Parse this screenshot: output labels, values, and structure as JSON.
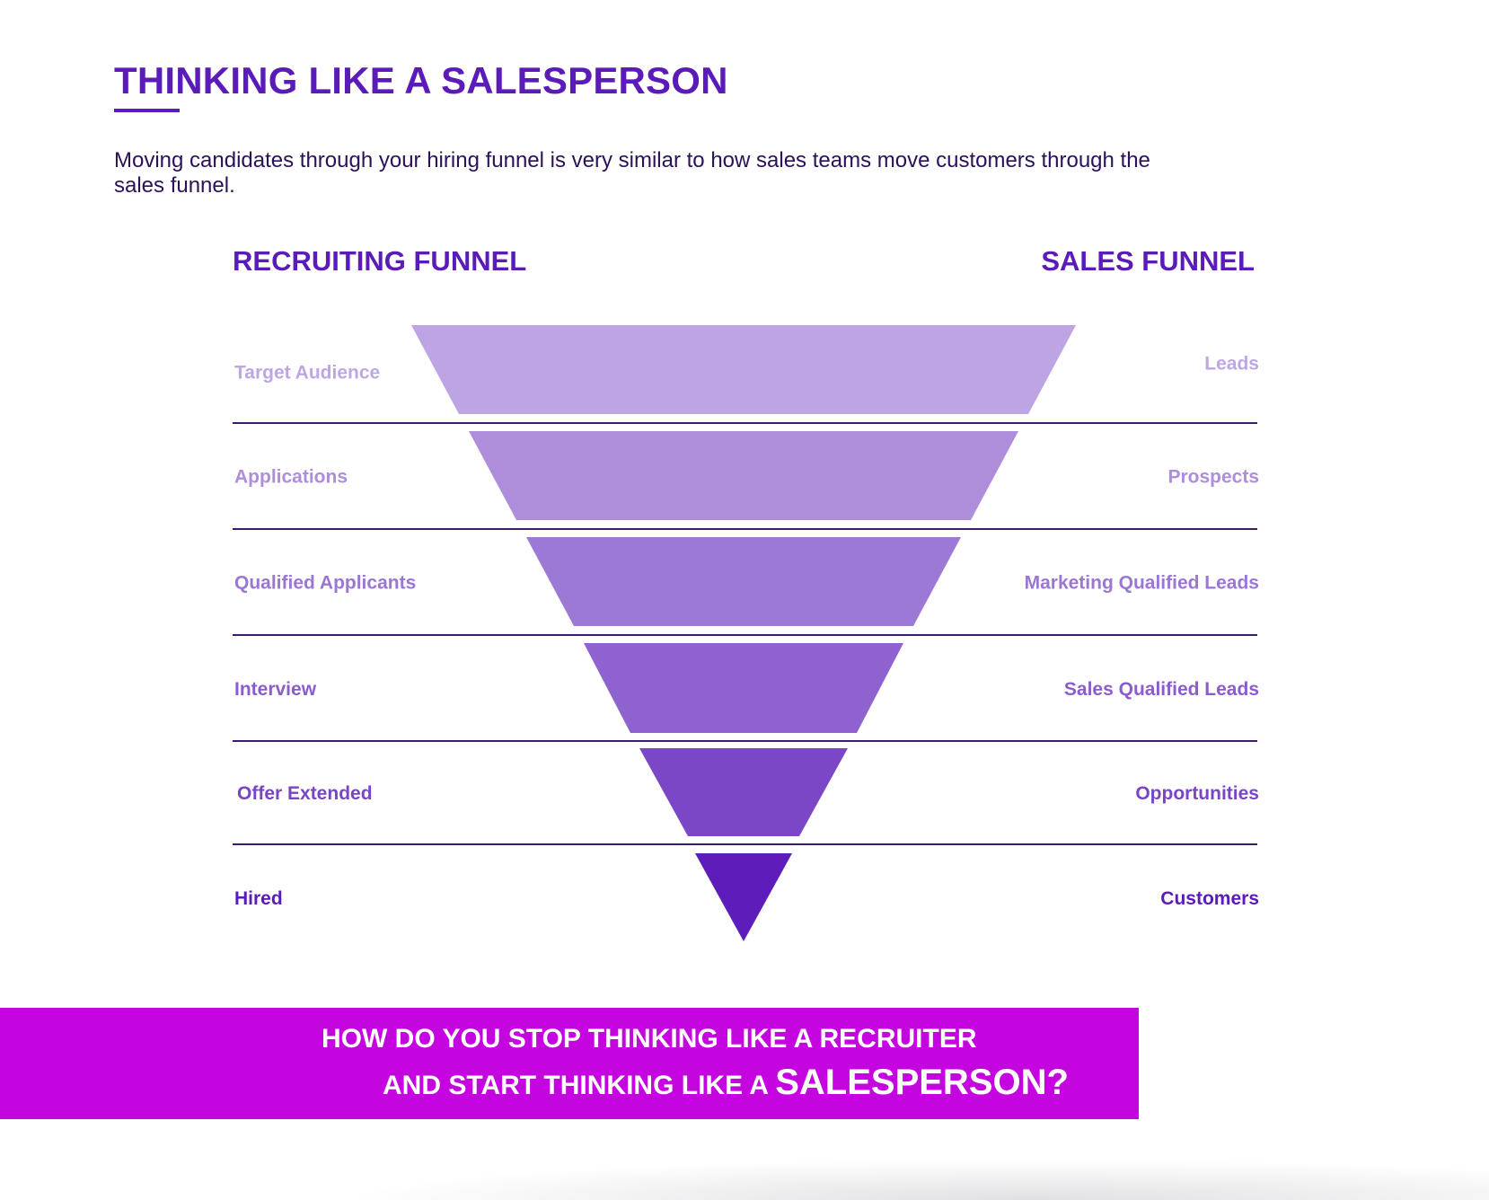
{
  "title": "THINKING LIKE A SALESPERSON",
  "intro": "Moving candidates through your hiring funnel is very similar to how sales teams move customers through the sales funnel.",
  "left_heading": "RECRUITING FUNNEL",
  "right_heading": "SALES FUNNEL",
  "colors": {
    "heading": "#5a1bb8",
    "divider": "#3d1a72",
    "banner_bg": "#c405df",
    "banner_text": "#ffffff"
  },
  "stages": [
    {
      "recruiting": "Target Audience",
      "sales": "Leads",
      "color": "#bda4e3",
      "label_color": "#bea6e4"
    },
    {
      "recruiting": "Applications",
      "sales": "Prospects",
      "color": "#ae8ddb",
      "label_color": "#ae8ddb"
    },
    {
      "recruiting": "Qualified Applicants",
      "sales": "Marketing Qualified Leads",
      "color": "#9d79d6",
      "label_color": "#9b76d5"
    },
    {
      "recruiting": "Interview",
      "sales": "Sales Qualified Leads",
      "color": "#8f63cf",
      "label_color": "#8a5ccd"
    },
    {
      "recruiting": "Offer Extended",
      "sales": "Opportunities",
      "color": "#7c47c7",
      "label_color": "#7a44c6"
    },
    {
      "recruiting": "Hired",
      "sales": "Customers",
      "color": "#5e1cbb",
      "label_color": "#5a1bb8"
    }
  ],
  "banner": {
    "line1": "HOW DO YOU STOP THINKING LIKE A RECRUITER",
    "line2_prefix": "AND START THINKING LIKE A ",
    "line2_emphasis": "SALESPERSON?"
  }
}
